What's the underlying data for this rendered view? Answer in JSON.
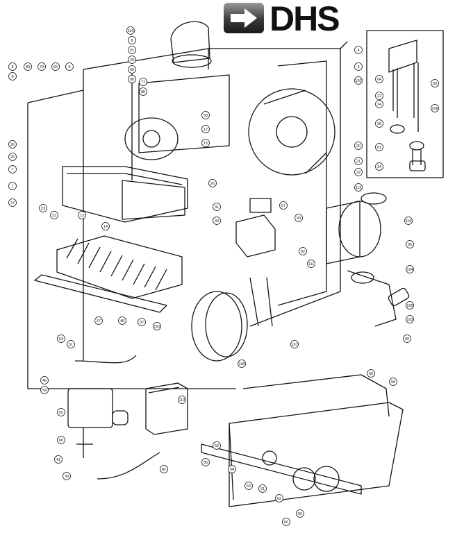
{
  "logo": {
    "text": "DHS",
    "icon": "arrow-right-icon",
    "color_dark": "#1b1b1b",
    "color_light": "#9a9a9a"
  },
  "callouts": [
    "116",
    "8",
    "91",
    "29",
    "89",
    "90",
    "77",
    "85",
    "80",
    "9",
    "79",
    "82",
    "8",
    "8",
    "4",
    "3",
    "102",
    "84",
    "33",
    "22",
    "24",
    "36",
    "109",
    "34",
    "61",
    "20",
    "21",
    "22",
    "112",
    "26",
    "25",
    "7",
    "1",
    "27",
    "23",
    "23",
    "13",
    "14",
    "50",
    "17",
    "15",
    "26",
    "31",
    "30",
    "57",
    "93",
    "92",
    "111",
    "110",
    "104",
    "105",
    "103",
    "99",
    "95",
    "101",
    "97",
    "48",
    "67",
    "51",
    "53",
    "46",
    "54",
    "55",
    "60",
    "41",
    "39",
    "42",
    "63",
    "64",
    "62",
    "59",
    "56",
    "58",
    "66",
    "100",
    "107",
    "113",
    "60",
    "61",
    "52"
  ]
}
